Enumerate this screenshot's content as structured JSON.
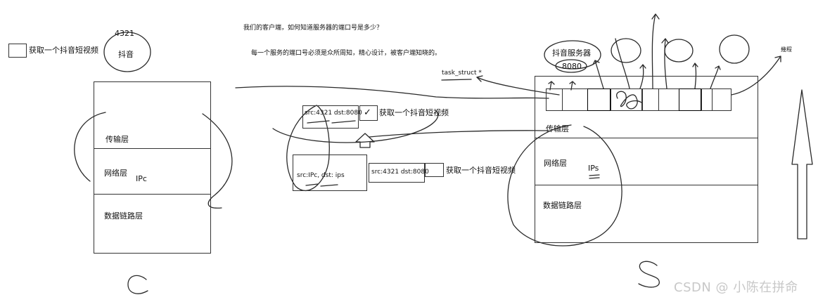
{
  "question": "我们的客户端，如何知道服务器的端口号是多少？",
  "answer": "每一个服务的端口号必须是众所周知，精心设计，被客户端知晓的。",
  "app_label": "获取一个抖音短视频",
  "client": {
    "port": "4321",
    "app_name": "抖音",
    "layers": [
      "传输层",
      "网络层",
      "数据链路层"
    ],
    "ip_label": "IPc",
    "big_letter": "C"
  },
  "packet": {
    "header_inner": "src:4321 dst:8080",
    "check_mark": "✓",
    "ip_header": "src:IPc, dst: ips",
    "tcp_header": "src:4321 dst:8080"
  },
  "server": {
    "service_name": "抖音服务器",
    "port": "8080",
    "task_struct": "task_struct *",
    "layers": [
      "传输层",
      "网络层",
      "数据链路层"
    ],
    "ip_label": "IPs",
    "big_letter": "S",
    "process_label": "幾程"
  },
  "watermark": "CSDN @ 小陈在拼命"
}
